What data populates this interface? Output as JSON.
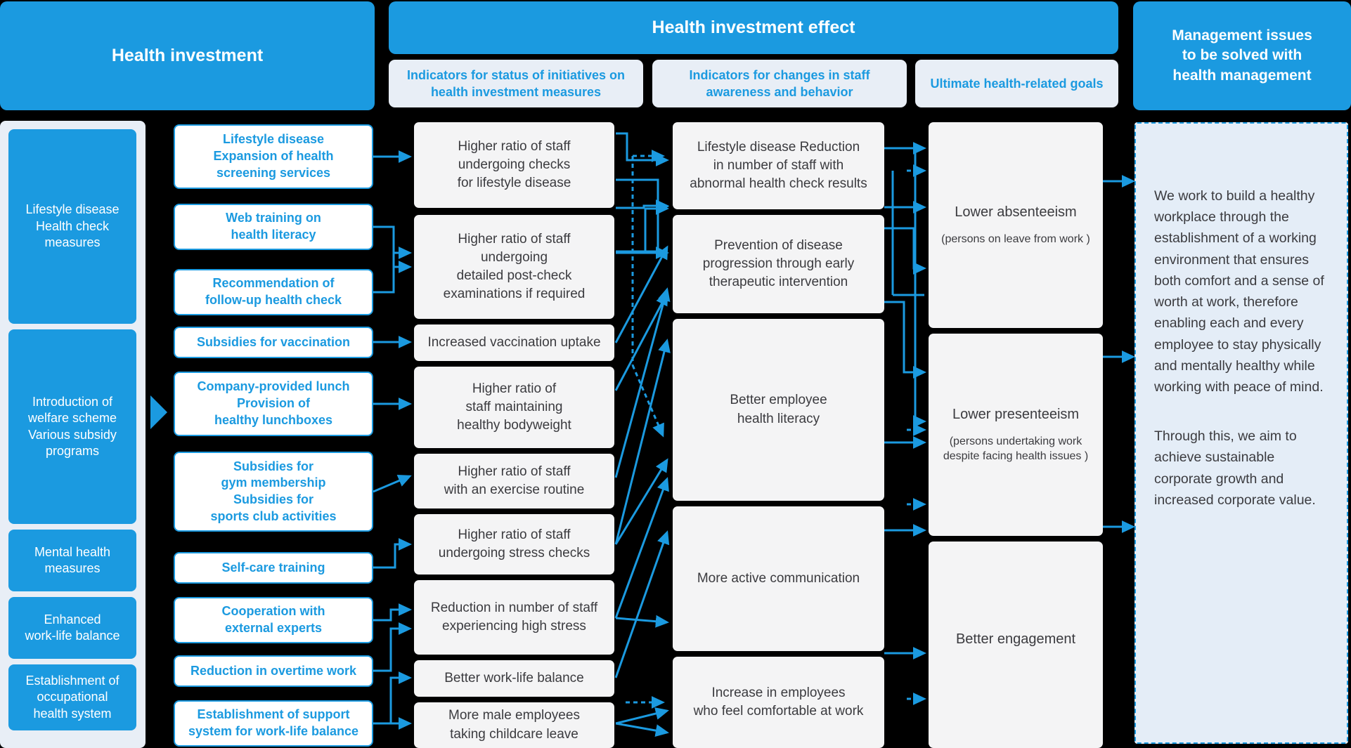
{
  "accent": "#1b9ae0",
  "panel_bg": "#f4f4f5",
  "subhead_bg": "#e8eef6",
  "header": {
    "investment_title": "Health investment",
    "effect_title": "Health investment effect",
    "issues_title": "Management issues\nto be solved with\nhealth management",
    "subheads": [
      "Indicators for status of initiatives on health investment measures",
      "Indicators for changes in staff awareness and behavior",
      "Ultimate health-related goals"
    ]
  },
  "categories": [
    "Lifestyle disease\nHealth check\nmeasures",
    "Introduction of\nwelfare scheme\nVarious subsidy\nprograms",
    "Mental health\nmeasures",
    "Enhanced\nwork-life balance",
    "Establishment of\noccupational\nhealth system"
  ],
  "measures": [
    "Lifestyle disease\nExpansion of health\nscreening services",
    "Web training on\nhealth literacy",
    "Recommendation of\nfollow-up health check",
    "Subsidies for vaccination",
    "Company-provided lunch\nProvision of\nhealthy lunchboxes",
    "Subsidies for\ngym membership\nSubsidies for\nsports club activities",
    "Self-care training",
    "Cooperation with\nexternal experts",
    "Reduction in overtime work",
    "Establishment of support\nsystem for work-life balance"
  ],
  "status_indicators": [
    "Higher ratio of staff\nundergoing checks\nfor lifestyle disease",
    "Higher ratio of staff\nundergoing\ndetailed post-check\nexaminations if required",
    "Increased vaccination uptake",
    "Higher ratio of\nstaff maintaining\nhealthy bodyweight",
    "Higher ratio of staff\nwith an exercise routine",
    "Higher ratio of staff\nundergoing stress checks",
    "Reduction in number of staff\nexperiencing high stress",
    "Better work-life balance",
    "More male employees\ntaking childcare leave"
  ],
  "awareness_changes": [
    "Lifestyle disease Reduction\nin number of staff with\nabnormal health check results",
    "Prevention of disease\nprogression through early\ntherapeutic intervention",
    "Better employee\nhealth literacy",
    "More active communication",
    "Increase in employees\nwho feel comfortable at work"
  ],
  "goals": [
    {
      "title": "Lower absenteeism",
      "sub": "(persons on leave from work )"
    },
    {
      "title": "Lower presenteeism",
      "sub": "(persons undertaking work\ndespite facing health issues  )"
    },
    {
      "title": "Better engagement",
      "sub": ""
    }
  ],
  "statement": {
    "paragraph_1": "We work to build a healthy workplace through the establishment of a working environment that ensures both comfort and a sense of worth at work, therefore enabling each and every employee to stay physically and mentally healthy while working with peace of mind.",
    "paragraph_2": "Through this, we aim to achieve sustainable corporate growth and increased corporate value."
  }
}
